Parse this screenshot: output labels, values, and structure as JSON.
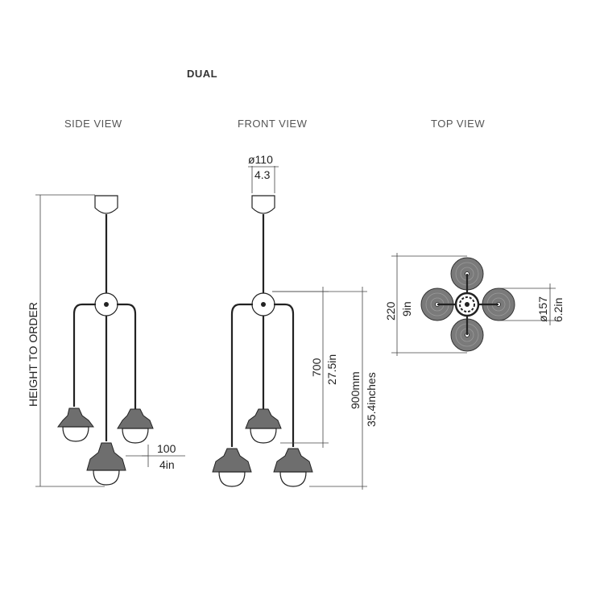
{
  "title": "DUAL",
  "views": {
    "side": "SIDE VIEW",
    "front": "FRONT VIEW",
    "top": "TOP VIEW"
  },
  "side_view": {
    "height_label": "HEIGHT TO ORDER",
    "offset_mm": "100",
    "offset_in": "4in"
  },
  "front_view": {
    "canopy_diameter_mm": "ø110",
    "canopy_diameter_in": "4.3",
    "drop_short_mm": "700",
    "drop_short_in": "27.5in",
    "drop_long_mm": "900mm",
    "drop_long_in": "35.4inches"
  },
  "top_view": {
    "span_mm": "220",
    "span_in": "9in",
    "shade_diameter_mm": "ø157",
    "shade_diameter_in": "6.2in"
  },
  "colors": {
    "line": "#222222",
    "shade_fill": "#6e6e6e",
    "text": "#333333"
  }
}
